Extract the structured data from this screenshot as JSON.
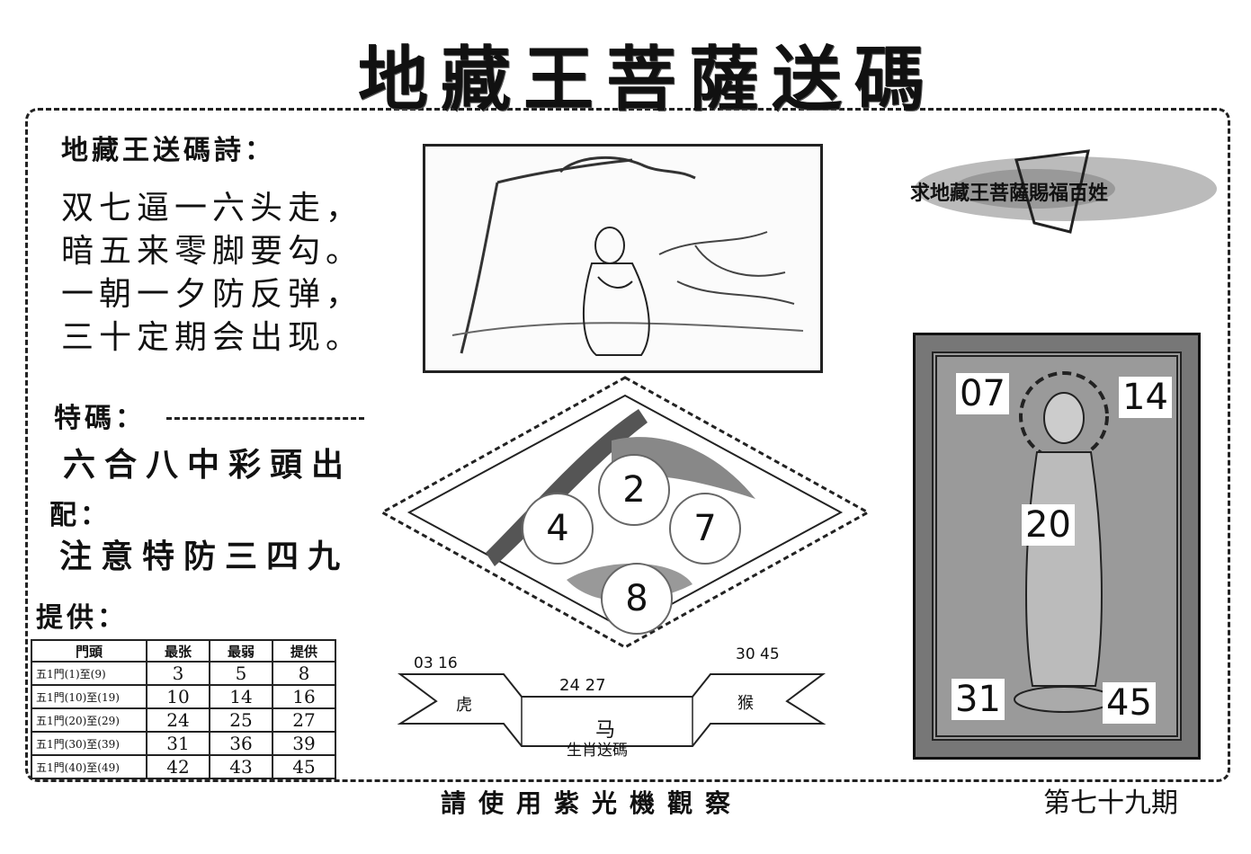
{
  "title": "地藏王菩薩送碼",
  "poem": {
    "heading": "地藏王送碼詩：",
    "lines": [
      "双七逼一六头走，",
      "暗五来零脚要勾。",
      "一朝一夕防反弹，",
      "三十定期会出现。"
    ]
  },
  "special": {
    "label": "特碼：",
    "text": "六合八中彩頭出"
  },
  "pairing": {
    "label": "配：",
    "text": "注意特防三四九"
  },
  "provider": {
    "label": "提供：",
    "headers": [
      "門頭",
      "最张",
      "最弱",
      "提供"
    ],
    "rows": [
      {
        "label": "五1門(1)至(9)",
        "values": [
          "3",
          "5",
          "8"
        ]
      },
      {
        "label": "五1門(10)至(19)",
        "values": [
          "10",
          "14",
          "16"
        ]
      },
      {
        "label": "五1門(20)至(29)",
        "values": [
          "24",
          "25",
          "27"
        ]
      },
      {
        "label": "五1門(30)至(39)",
        "values": [
          "31",
          "36",
          "39"
        ]
      },
      {
        "label": "五1門(40)至(49)",
        "values": [
          "42",
          "43",
          "45"
        ]
      }
    ]
  },
  "diamond": {
    "numbers": [
      "2",
      "4",
      "7",
      "8"
    ]
  },
  "zodiac": {
    "left_numbers": "03 16",
    "center_numbers": "24 27",
    "right_numbers": "30 45",
    "left_animal": "虎",
    "center_animal": "马",
    "right_animal": "猴",
    "caption": "生肖送碼"
  },
  "banner": {
    "text": "求地藏王菩薩賜福百姓"
  },
  "lucky": {
    "numbers": {
      "tl": "07",
      "tr": "14",
      "center": "20",
      "bl": "31",
      "br": "45"
    }
  },
  "footer": {
    "text": "請使用紫光機觀察",
    "issue": "第七十九期"
  }
}
